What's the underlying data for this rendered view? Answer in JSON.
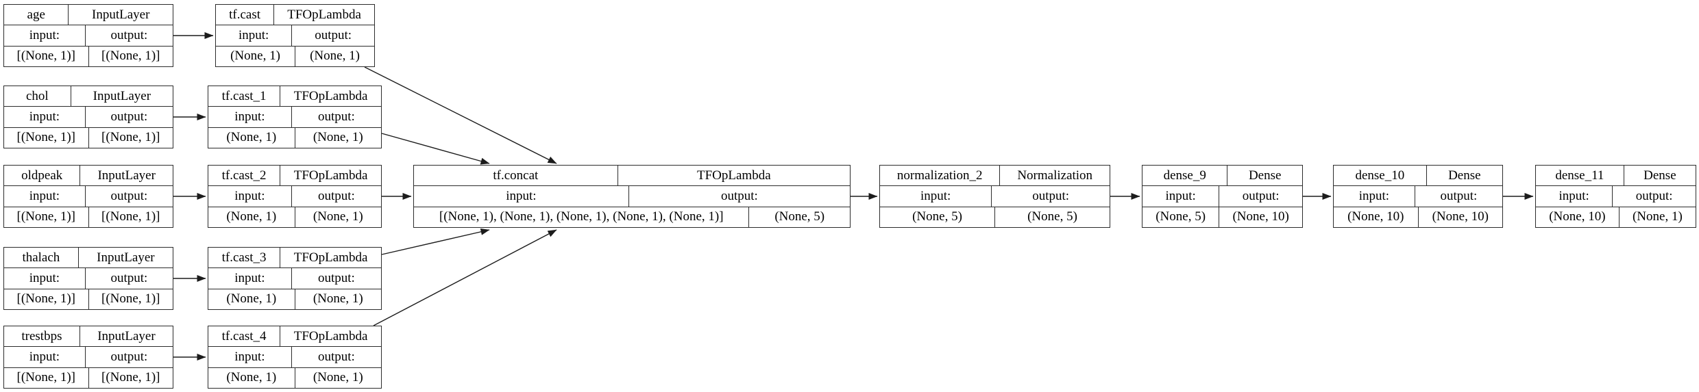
{
  "diagram": {
    "kind": "keras-model-plot",
    "colors": {
      "background": "#ffffff",
      "ink": "#1c1c1c"
    },
    "labels": {
      "input": "input:",
      "output": "output:"
    },
    "nodes": [
      {
        "name": "age",
        "type": "InputLayer",
        "input_shape": "[(None, 1)]",
        "output_shape": "[(None, 1)]"
      },
      {
        "name": "tf.cast",
        "type": "TFOpLambda",
        "input_shape": "(None, 1)",
        "output_shape": "(None, 1)"
      },
      {
        "name": "chol",
        "type": "InputLayer",
        "input_shape": "[(None, 1)]",
        "output_shape": "[(None, 1)]"
      },
      {
        "name": "tf.cast_1",
        "type": "TFOpLambda",
        "input_shape": "(None, 1)",
        "output_shape": "(None, 1)"
      },
      {
        "name": "oldpeak",
        "type": "InputLayer",
        "input_shape": "[(None, 1)]",
        "output_shape": "[(None, 1)]"
      },
      {
        "name": "tf.cast_2",
        "type": "TFOpLambda",
        "input_shape": "(None, 1)",
        "output_shape": "(None, 1)"
      },
      {
        "name": "tf.concat",
        "type": "TFOpLambda",
        "input_shape": "[(None, 1), (None, 1), (None, 1), (None, 1), (None, 1)]",
        "output_shape": "(None, 5)"
      },
      {
        "name": "normalization_2",
        "type": "Normalization",
        "input_shape": "(None, 5)",
        "output_shape": "(None, 5)"
      },
      {
        "name": "dense_9",
        "type": "Dense",
        "input_shape": "(None, 5)",
        "output_shape": "(None, 10)"
      },
      {
        "name": "dense_10",
        "type": "Dense",
        "input_shape": "(None, 10)",
        "output_shape": "(None, 10)"
      },
      {
        "name": "dense_11",
        "type": "Dense",
        "input_shape": "(None, 10)",
        "output_shape": "(None, 1)"
      },
      {
        "name": "thalach",
        "type": "InputLayer",
        "input_shape": "[(None, 1)]",
        "output_shape": "[(None, 1)]"
      },
      {
        "name": "tf.cast_3",
        "type": "TFOpLambda",
        "input_shape": "(None, 1)",
        "output_shape": "(None, 1)"
      },
      {
        "name": "trestbps",
        "type": "InputLayer",
        "input_shape": "[(None, 1)]",
        "output_shape": "[(None, 1)]"
      },
      {
        "name": "tf.cast_4",
        "type": "TFOpLambda",
        "input_shape": "(None, 1)",
        "output_shape": "(None, 1)"
      }
    ]
  }
}
